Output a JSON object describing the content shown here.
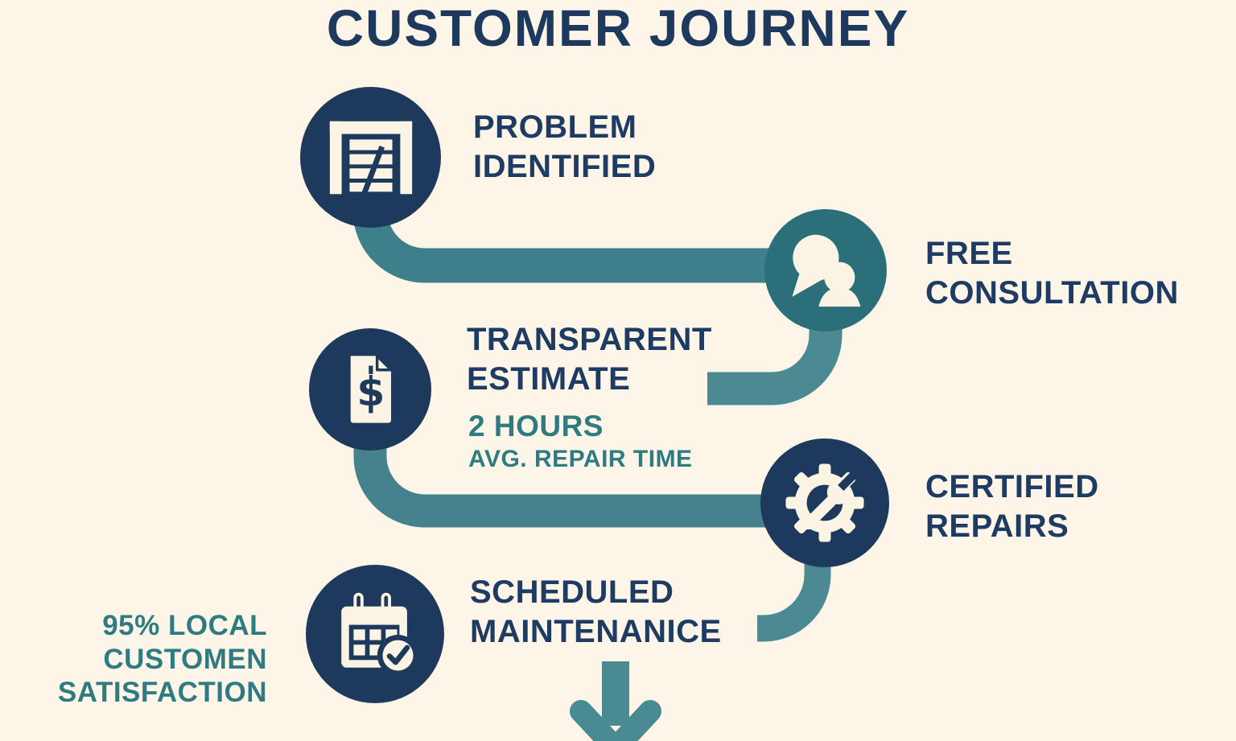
{
  "title": "CUSTOMER JOURNEY",
  "steps": [
    {
      "id": "problem-identified",
      "line1": "PROBLEM",
      "line2": "IDENTIFIED",
      "icon": "garage-door-icon"
    },
    {
      "id": "free-consultation",
      "line1": "FREE",
      "line2": "CONSULTATION",
      "icon": "people-consultation-icon"
    },
    {
      "id": "transparent-estimate",
      "line1": "TRANSPARENT",
      "line2": "ESTIMATE",
      "icon": "dollar-document-icon",
      "stat_value": "2 HOURS",
      "stat_label": "AVG. REPAIR TIME"
    },
    {
      "id": "certified-repairs",
      "line1": "CERTIFIED",
      "line2": "REPAIRS",
      "icon": "gear-wrench-icon"
    },
    {
      "id": "scheduled-maintenance",
      "line1": "SCHEDULED",
      "line2": "MAINTENANICE",
      "icon": "calendar-check-icon"
    }
  ],
  "satisfaction_badge": {
    "line1": "95% LOCAL",
    "line2": "CUSTOMEN",
    "line3": "SATISFACTION"
  },
  "colors": {
    "background": "#fdf5e7",
    "navy": "#1d3a5c",
    "navy_text": "#1e3c63",
    "teal_circle": "#2b6f7a",
    "teal_band_dark": "#3e7f8c",
    "teal_band": "#45828e",
    "teal_band_light": "#4b8a93",
    "teal_text": "#2e7b82",
    "icon_cream": "#fbf4e4"
  }
}
